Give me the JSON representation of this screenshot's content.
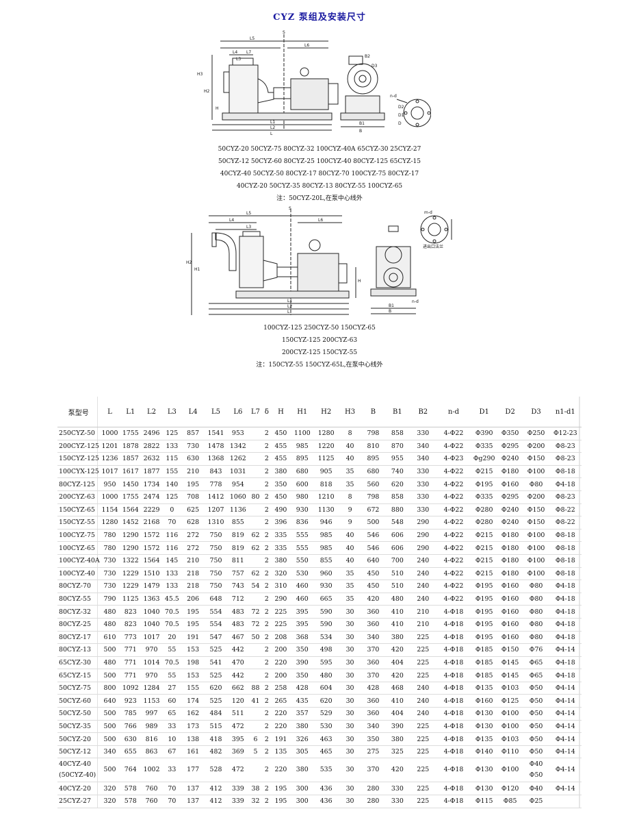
{
  "title": "CYZ 泵组及安装尺寸",
  "figure1": {
    "labels": [
      "S",
      "L5",
      "L6",
      "L4",
      "L7",
      "L3",
      "B2",
      "D3",
      "H3",
      "H2",
      "H",
      "L1",
      "L2",
      "L",
      "B1",
      "B",
      "n-d",
      "D2",
      "D1",
      "D"
    ],
    "caption_lines": [
      "50CYZ-20  50CYZ-75  80CYZ-32  100CYZ-40A  65CYZ-30  25CYZ-27",
      "50CYZ-12  50CYZ-60  80CYZ-25  100CYZ-40  80CYZ-125  65CYZ-15",
      "40CYZ-40  50CYZ-50  80CYZ-17  80CYZ-70  100CYZ-75  80CYZ-17",
      "40CYZ-20  50CYZ-35  80CYZ-13  80CYZ-55  100CYZ-65"
    ],
    "note": "注：50CYZ-20L,在泵中心线外"
  },
  "figure2": {
    "labels": [
      "S",
      "L5",
      "L6",
      "L4",
      "L3",
      "H2",
      "H1",
      "H",
      "L1",
      "L2",
      "L",
      "B1",
      "B",
      "m-d",
      "n-d",
      "进出口法兰"
    ],
    "caption_lines": [
      "100CYZ-125  250CYZ-50  150CYZ-65",
      "150CYZ-125  200CYZ-63",
      "200CYZ-125  150CYZ-55"
    ],
    "note": "注：150CYZ-55 150CYZ-65L,在泵中心线外"
  },
  "table": {
    "headers": [
      "泵型号",
      "L",
      "L1",
      "L2",
      "L3",
      "L4",
      "L5",
      "L6",
      "L7",
      "δ",
      "H",
      "H1",
      "H2",
      "H3",
      "B",
      "B1",
      "B2",
      "n-d",
      "D1",
      "D2",
      "D3",
      "n1-d1"
    ],
    "rows": [
      [
        "250CYZ-50",
        "1000",
        "1755",
        "2496",
        "125",
        "857",
        "1541",
        "953",
        "",
        "2",
        "450",
        "1100",
        "1280",
        "8",
        "798",
        "858",
        "330",
        "4-Φ22",
        "Φ390",
        "Φ350",
        "Φ250",
        "Φ12-23"
      ],
      [
        "200CYZ-125",
        "1201",
        "1878",
        "2822",
        "133",
        "730",
        "1478",
        "1342",
        "",
        "2",
        "455",
        "985",
        "1220",
        "40",
        "810",
        "870",
        "340",
        "4-Φ22",
        "Φ335",
        "Φ295",
        "Φ200",
        "Φ8-23"
      ],
      [
        "150CYZ-125",
        "1236",
        "1857",
        "2632",
        "115",
        "630",
        "1368",
        "1262",
        "",
        "2",
        "455",
        "895",
        "1125",
        "40",
        "895",
        "955",
        "340",
        "4-Φ23",
        "Φg290",
        "Φ240",
        "Φ150",
        "Φ8-23"
      ],
      [
        "100CYX-125",
        "1017",
        "1617",
        "1877",
        "155",
        "210",
        "843",
        "1031",
        "",
        "2",
        "380",
        "680",
        "905",
        "35",
        "680",
        "740",
        "330",
        "4-Φ22",
        "Φ215",
        "Φ180",
        "Φ100",
        "Φ8-18"
      ],
      [
        "80CYZ-125",
        "950",
        "1450",
        "1734",
        "140",
        "195",
        "778",
        "954",
        "",
        "2",
        "350",
        "600",
        "818",
        "35",
        "560",
        "620",
        "330",
        "4-Φ22",
        "Φ195",
        "Φ160",
        "Φ80",
        "Φ4-18"
      ],
      [
        "200CYZ-63",
        "1000",
        "1755",
        "2474",
        "125",
        "708",
        "1412",
        "1060",
        "80",
        "2",
        "450",
        "980",
        "1210",
        "8",
        "798",
        "858",
        "330",
        "4-Φ22",
        "Φ335",
        "Φ295",
        "Φ200",
        "Φ8-23"
      ],
      [
        "150CYZ-65",
        "1154",
        "1564",
        "2229",
        "0",
        "625",
        "1207",
        "1136",
        "",
        "2",
        "490",
        "930",
        "1130",
        "9",
        "672",
        "880",
        "330",
        "4-Φ22",
        "Φ280",
        "Φ240",
        "Φ150",
        "Φ8-22"
      ],
      [
        "150CYZ-55",
        "1280",
        "1452",
        "2168",
        "70",
        "628",
        "1310",
        "855",
        "",
        "2",
        "396",
        "836",
        "946",
        "9",
        "500",
        "548",
        "290",
        "4-Φ22",
        "Φ280",
        "Φ240",
        "Φ150",
        "Φ8-22"
      ],
      [
        "100CYZ-75",
        "780",
        "1290",
        "1572",
        "116",
        "272",
        "750",
        "819",
        "62",
        "2",
        "335",
        "555",
        "985",
        "40",
        "546",
        "606",
        "290",
        "4-Φ22",
        "Φ215",
        "Φ180",
        "Φ100",
        "Φ8-18"
      ],
      [
        "100CYZ-65",
        "780",
        "1290",
        "1572",
        "116",
        "272",
        "750",
        "819",
        "62",
        "2",
        "335",
        "555",
        "985",
        "40",
        "546",
        "606",
        "290",
        "4-Φ22",
        "Φ215",
        "Φ180",
        "Φ100",
        "Φ8-18"
      ],
      [
        "100CYZ-40A",
        "730",
        "1322",
        "1564",
        "145",
        "210",
        "750",
        "811",
        "",
        "2",
        "380",
        "550",
        "855",
        "40",
        "640",
        "700",
        "240",
        "4-Φ22",
        "Φ215",
        "Φ180",
        "Φ100",
        "Φ8-18"
      ],
      [
        "100CYZ-40",
        "730",
        "1229",
        "1510",
        "133",
        "218",
        "750",
        "757",
        "62",
        "2",
        "320",
        "530",
        "960",
        "35",
        "450",
        "510",
        "240",
        "4-Φ22",
        "Φ215",
        "Φ180",
        "Φ100",
        "Φ8-18"
      ],
      [
        "80CYZ-70",
        "730",
        "1229",
        "1479",
        "133",
        "218",
        "750",
        "743",
        "54",
        "2",
        "310",
        "460",
        "930",
        "35",
        "450",
        "510",
        "240",
        "4-Φ22",
        "Φ195",
        "Φ160",
        "Φ80",
        "Φ4-18"
      ],
      [
        "80CYZ-55",
        "790",
        "1125",
        "1363",
        "45.5",
        "206",
        "648",
        "712",
        "",
        "2",
        "290",
        "460",
        "665",
        "35",
        "420",
        "480",
        "240",
        "4-Φ22",
        "Φ195",
        "Φ160",
        "Φ80",
        "Φ4-18"
      ],
      [
        "80CYZ-32",
        "480",
        "823",
        "1040",
        "70.5",
        "195",
        "554",
        "483",
        "72",
        "2",
        "225",
        "395",
        "590",
        "30",
        "360",
        "410",
        "210",
        "4-Φ18",
        "Φ195",
        "Φ160",
        "Φ80",
        "Φ4-18"
      ],
      [
        "80CYZ-25",
        "480",
        "823",
        "1040",
        "70.5",
        "195",
        "554",
        "483",
        "72",
        "2",
        "225",
        "395",
        "590",
        "30",
        "360",
        "410",
        "210",
        "4-Φ18",
        "Φ195",
        "Φ160",
        "Φ80",
        "Φ4-18"
      ],
      [
        "80CYZ-17",
        "610",
        "773",
        "1017",
        "20",
        "191",
        "547",
        "467",
        "50",
        "2",
        "208",
        "368",
        "534",
        "30",
        "340",
        "380",
        "225",
        "4-Φ18",
        "Φ195",
        "Φ160",
        "Φ80",
        "Φ4-18"
      ],
      [
        "80CYZ-13",
        "500",
        "771",
        "970",
        "55",
        "153",
        "525",
        "442",
        "",
        "2",
        "200",
        "350",
        "498",
        "30",
        "370",
        "420",
        "225",
        "4-Φ18",
        "Φ185",
        "Φ150",
        "Φ76",
        "Φ4-14"
      ],
      [
        "65CYZ-30",
        "480",
        "771",
        "1014",
        "70.5",
        "198",
        "541",
        "470",
        "",
        "2",
        "220",
        "390",
        "595",
        "30",
        "360",
        "404",
        "225",
        "4-Φ18",
        "Φ185",
        "Φ145",
        "Φ65",
        "Φ4-18"
      ],
      [
        "65CYZ-15",
        "500",
        "771",
        "970",
        "55",
        "153",
        "525",
        "442",
        "",
        "2",
        "200",
        "350",
        "480",
        "30",
        "370",
        "420",
        "225",
        "4-Φ18",
        "Φ185",
        "Φ145",
        "Φ65",
        "Φ4-18"
      ],
      [
        "50CYZ-75",
        "800",
        "1092",
        "1284",
        "27",
        "155",
        "620",
        "662",
        "88",
        "2",
        "258",
        "428",
        "604",
        "30",
        "428",
        "468",
        "240",
        "4-Φ18",
        "Φ135",
        "Φ103",
        "Φ50",
        "Φ4-14"
      ],
      [
        "50CYZ-60",
        "640",
        "923",
        "1153",
        "60",
        "174",
        "525",
        "120",
        "41",
        "2",
        "265",
        "435",
        "620",
        "30",
        "360",
        "410",
        "240",
        "4-Φ18",
        "Φ160",
        "Φ125",
        "Φ50",
        "Φ4-14"
      ],
      [
        "50CYZ-50",
        "500",
        "785",
        "997",
        "65",
        "162",
        "484",
        "511",
        "",
        "2",
        "220",
        "357",
        "529",
        "30",
        "360",
        "404",
        "240",
        "4-Φ18",
        "Φ130",
        "Φ100",
        "Φ50",
        "Φ4-14"
      ],
      [
        "50CYZ-35",
        "500",
        "766",
        "989",
        "33",
        "173",
        "515",
        "472",
        "",
        "2",
        "220",
        "380",
        "530",
        "30",
        "340",
        "390",
        "225",
        "4-Φ18",
        "Φ130",
        "Φ100",
        "Φ50",
        "Φ4-14"
      ],
      [
        "50CYZ-20",
        "500",
        "630",
        "816",
        "10",
        "138",
        "418",
        "395",
        "6",
        "2",
        "191",
        "326",
        "463",
        "30",
        "350",
        "380",
        "225",
        "4-Φ18",
        "Φ135",
        "Φ103",
        "Φ50",
        "Φ4-14"
      ],
      [
        "50CYZ-12",
        "340",
        "655",
        "863",
        "67",
        "161",
        "482",
        "369",
        "5",
        "2",
        "135",
        "305",
        "465",
        "30",
        "275",
        "325",
        "225",
        "4-Φ18",
        "Φ140",
        "Φ110",
        "Φ50",
        "Φ4-14"
      ],
      [
        "40CYZ-40\n(50CYZ-40)",
        "500",
        "764",
        "1002",
        "33",
        "177",
        "528",
        "472",
        "",
        "2",
        "220",
        "380",
        "535",
        "30",
        "370",
        "420",
        "225",
        "4-Φ18",
        "Φ130",
        "Φ100",
        "Φ40\nΦ50",
        "Φ4-14"
      ],
      [
        "40CYZ-20",
        "320",
        "578",
        "760",
        "70",
        "137",
        "412",
        "339",
        "38",
        "2",
        "195",
        "300",
        "436",
        "30",
        "280",
        "330",
        "225",
        "4-Φ18",
        "Φ130",
        "Φ120",
        "Φ40",
        "Φ4-14"
      ],
      [
        "25CYZ-27",
        "320",
        "578",
        "760",
        "70",
        "137",
        "412",
        "339",
        "32",
        "2",
        "195",
        "300",
        "436",
        "30",
        "280",
        "330",
        "225",
        "4-Φ18",
        "Φ115",
        "Φ85",
        "Φ25",
        ""
      ]
    ]
  }
}
